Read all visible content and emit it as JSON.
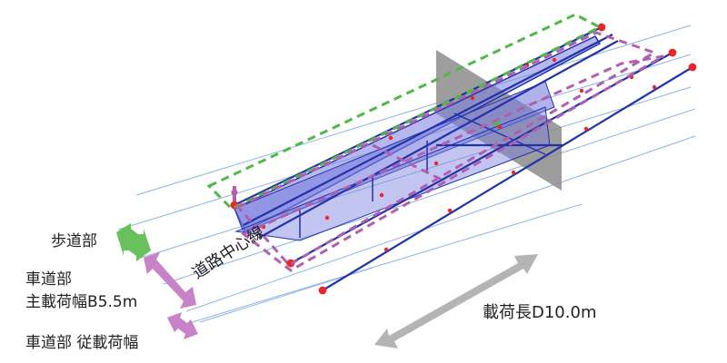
{
  "labels": {
    "sidewalk": "歩道部",
    "main_lane_line1": "車道部",
    "main_lane_line2": "主載荷幅B5.5m",
    "sub_lane": "車道部 従載荷幅",
    "road_centerline": "道路中心線",
    "load_length": "載荷長D10.0m"
  },
  "colors": {
    "sidewalk_zone": "#4fb848",
    "lane_zone": "#b05fb0",
    "girder": "#2233aa",
    "deck_fill": "#7b7fe0",
    "plane": "#8c8c8c",
    "guide_line": "#8fb3e0",
    "arrow_gray": "#b4b4b4",
    "node": "#e8272a"
  }
}
